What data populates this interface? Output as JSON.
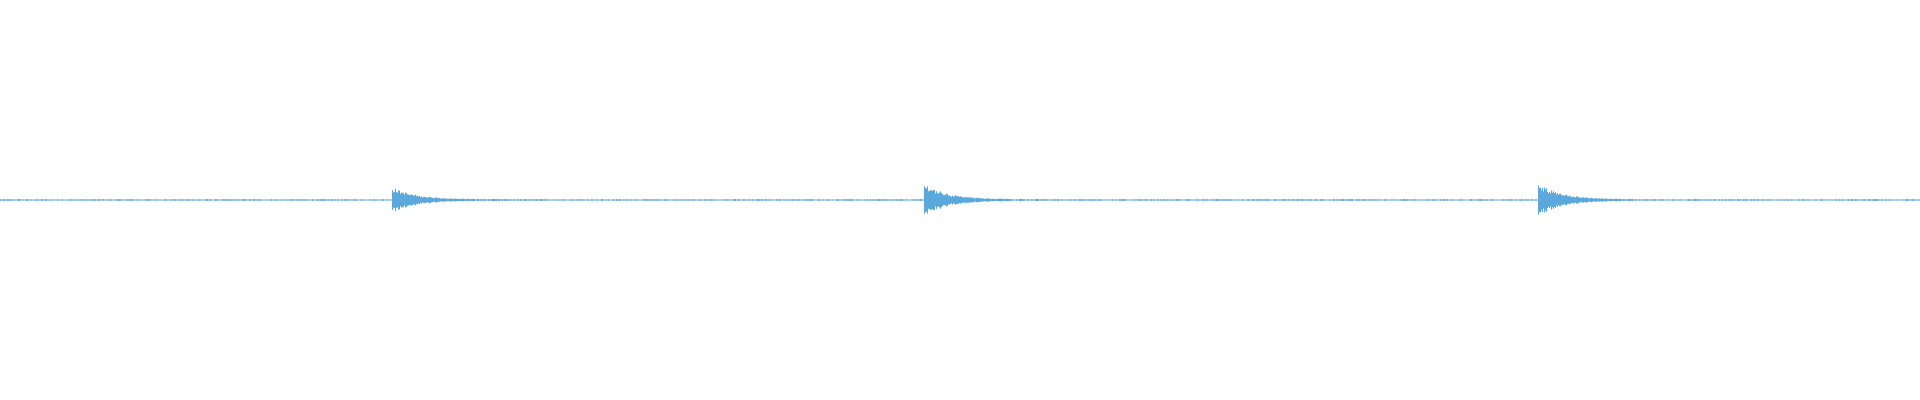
{
  "waveform": {
    "color": "#5aa8dc",
    "duration_s": 10.0,
    "bursts_s": [
      {
        "start": 2.04,
        "decay": 0.12,
        "level": 0.07
      },
      {
        "start": 4.81,
        "decay": 0.12,
        "level": 0.09
      },
      {
        "start": 8.01,
        "decay": 0.12,
        "level": 0.09
      }
    ],
    "noise_level": 0.004
  }
}
